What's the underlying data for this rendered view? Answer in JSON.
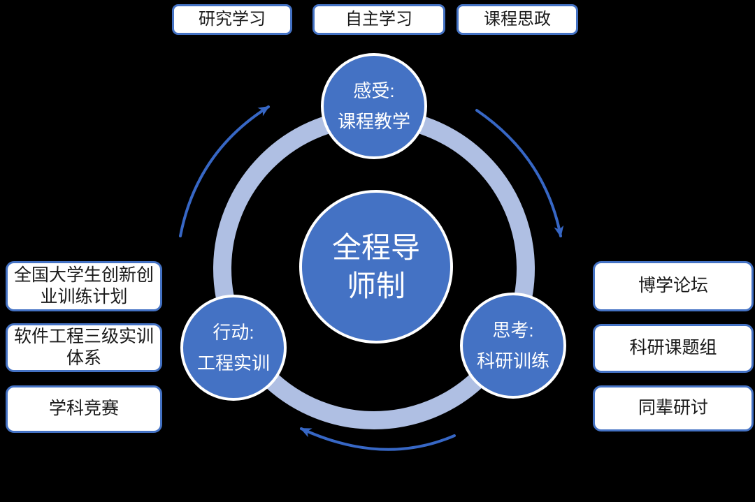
{
  "colors": {
    "background": "#000000",
    "circle_fill": "#4472C4",
    "circle_border": "#FFFFFF",
    "ring": "#AFBFE3",
    "arrow": "#3767C5",
    "box_border": "#4472C4",
    "box_fill": "#FFFFFF",
    "box_text": "#1A1A1A",
    "circle_text": "#FFFFFF"
  },
  "center_circle": {
    "line1": "全程导",
    "line2": "师制",
    "full_text": "全程导师制"
  },
  "satellites": {
    "top": {
      "line1": "感受:",
      "line2": "课程教学"
    },
    "right": {
      "line1": "思考:",
      "line2": "科研训练"
    },
    "left": {
      "line1": "行动:",
      "line2": "工程实训"
    }
  },
  "top_boxes": [
    {
      "label": "研究学习"
    },
    {
      "label": "自主学习"
    },
    {
      "label": "课程思政"
    }
  ],
  "left_boxes": [
    {
      "label": "全国大学生创新创业训练计划"
    },
    {
      "label": "软件工程三级实训体系"
    },
    {
      "label": "学科竞赛"
    }
  ],
  "right_boxes": [
    {
      "label": "博学论坛"
    },
    {
      "label": "科研课题组"
    },
    {
      "label": "同辈研讨"
    }
  ],
  "cycle": {
    "direction": "clockwise",
    "arrow_count": "3"
  }
}
